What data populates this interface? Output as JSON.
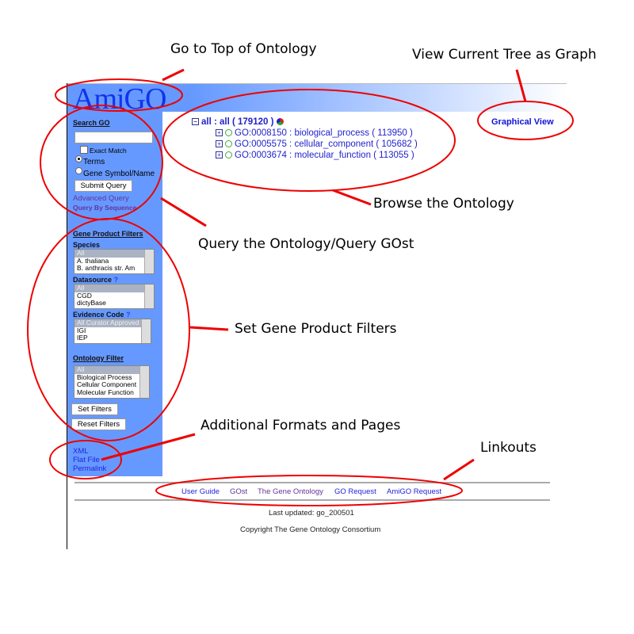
{
  "header": {
    "logo": "AmiGO",
    "graphical_view": "Graphical View"
  },
  "search": {
    "title": "Search GO",
    "input_value": "",
    "exact_match": "Exact Match",
    "radio_terms": "Terms",
    "radio_gene": "Gene Symbol/Name",
    "submit": "Submit Query",
    "advanced": "Advanced Query",
    "by_sequence": "Query By Sequence"
  },
  "filters": {
    "title": "Gene Product Filters",
    "species": {
      "label": "Species",
      "options": [
        "All",
        "A. thaliana",
        "B. anthracis str. Am"
      ]
    },
    "datasource": {
      "label": "Datasource",
      "help": "?",
      "options": [
        "All",
        "CGD",
        "dictyBase"
      ]
    },
    "evidence": {
      "label": "Evidence Code",
      "help": "?",
      "options": [
        "All Curator Approved",
        "IGI",
        "IEP"
      ]
    },
    "ontology": {
      "label": "Ontology Filter",
      "options": [
        "All",
        "Biological Process",
        "Cellular Component",
        "Molecular Function"
      ]
    },
    "set": "Set Filters",
    "reset": "Reset Filters"
  },
  "formats": [
    "XML",
    "Flat File",
    "Permalink"
  ],
  "tree": {
    "root": "all : all ( 179120 )",
    "children": [
      "GO:0008150 : biological_process ( 113950 )",
      "GO:0005575 : cellular_component ( 105682 )",
      "GO:0003674 : molecular_function ( 113055 )"
    ]
  },
  "footer": {
    "links": [
      "User Guide",
      "GOst",
      "The Gene Ontology",
      "GO Request",
      "AmiGO Request"
    ],
    "updated": "Last updated: go_200501",
    "copyright": "Copyright The Gene Ontology Consortium"
  },
  "annotations": {
    "top": "Go to Top of Ontology",
    "graph": "View Current Tree as Graph",
    "browse": "Browse the Ontology",
    "query": "Query the Ontology/Query GOst",
    "filters": "Set Gene Product Filters",
    "formats": "Additional Formats and Pages",
    "linkouts": "Linkouts"
  }
}
